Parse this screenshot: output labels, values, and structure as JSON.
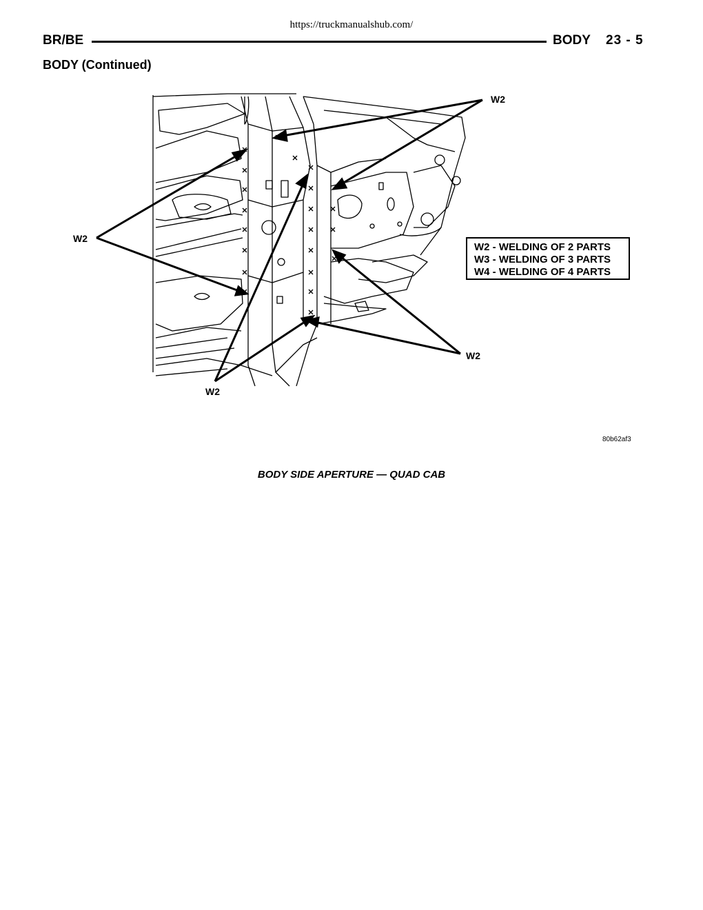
{
  "header": {
    "url": "https://truckmanualshub.com/",
    "model": "BR/BE",
    "section": "BODY",
    "page": "23 - 5"
  },
  "subheading": "BODY  (Continued)",
  "figure": {
    "callouts": {
      "top_right": "W2",
      "left": "W2",
      "bottom_left": "W2",
      "bottom_right": "W2"
    },
    "legend": [
      "W2 - WELDING OF 2 PARTS",
      "W3 - WELDING OF 3 PARTS",
      "W4 - WELDING OF 4 PARTS"
    ],
    "figure_id": "80b62af3",
    "caption": "BODY SIDE APERTURE — QUAD CAB"
  }
}
